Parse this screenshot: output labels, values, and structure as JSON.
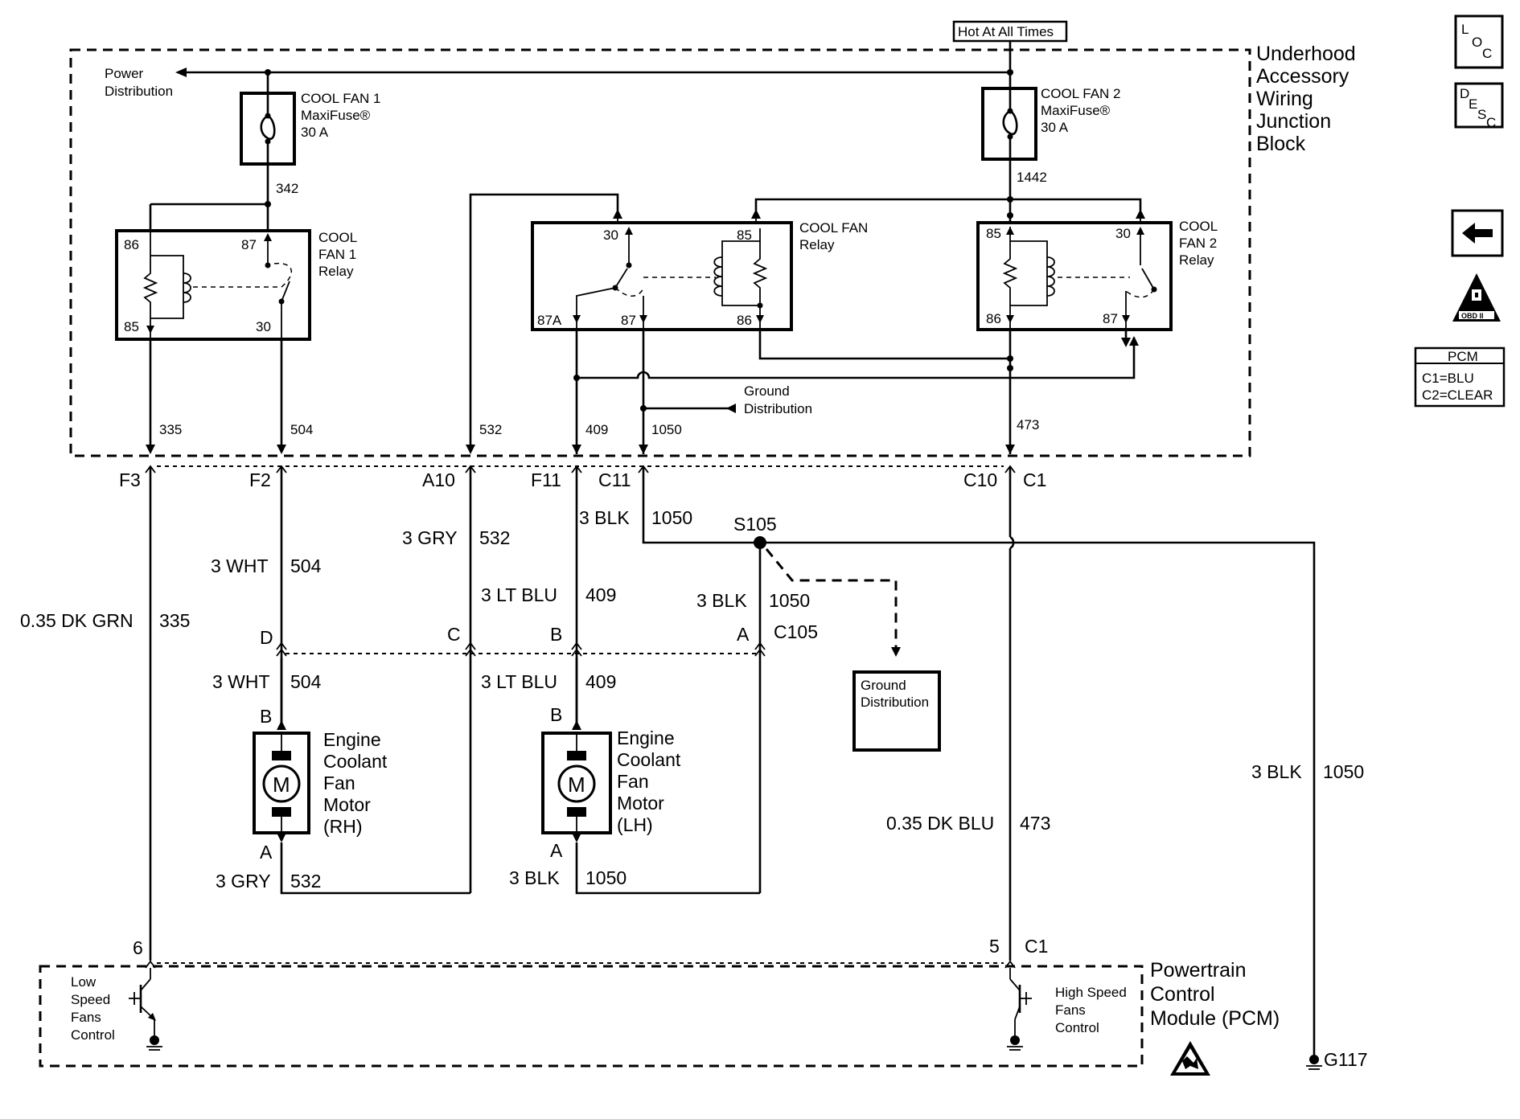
{
  "top": {
    "hot_label": "Hot At All Times",
    "power_dist": [
      "Power",
      "Distribution"
    ]
  },
  "junction_block": {
    "title": [
      "Underhood",
      "Accessory",
      "Wiring",
      "Junction",
      "Block"
    ]
  },
  "fuse1": {
    "lines": [
      "COOL FAN 1",
      "MaxiFuse®",
      "30 A"
    ]
  },
  "fuse2": {
    "lines": [
      "COOL FAN 2",
      "MaxiFuse®",
      "30 A"
    ]
  },
  "relay1": {
    "lines": [
      "COOL",
      "FAN 1",
      "Relay"
    ],
    "pins": [
      "86",
      "87",
      "85",
      "30"
    ]
  },
  "relay_mid": {
    "lines": [
      "COOL FAN",
      "Relay"
    ],
    "pins": [
      "30",
      "85",
      "87A",
      "87",
      "86"
    ]
  },
  "relay2": {
    "lines": [
      "COOL",
      "FAN 2",
      "Relay"
    ],
    "pins": [
      "85",
      "30",
      "86",
      "87"
    ]
  },
  "ground_dist_1": [
    "Ground",
    "Distribution"
  ],
  "ground_dist_2": [
    "Ground",
    "Distribution"
  ],
  "circuits": {
    "c342": "342",
    "c1442": "1442",
    "c335": "335",
    "c504": "504",
    "c532": "532",
    "c409": "409",
    "c1050": "1050",
    "c473": "473"
  },
  "connectors": {
    "f3": "F3",
    "f2": "F2",
    "a10": "A10",
    "f11": "F11",
    "c11": "C11",
    "c10": "C10",
    "c1": "C1",
    "c105": "C105",
    "c1_pcm": "C1"
  },
  "pins": {
    "d": "D",
    "c": "C",
    "b": "B",
    "a": "A",
    "b_rh": "B",
    "a_rh": "A",
    "b_lh": "B",
    "a_lh": "A",
    "p6": "6",
    "p5": "5"
  },
  "wires": {
    "w335": {
      "color": "0.35 DK GRN",
      "num": "335"
    },
    "w504a": {
      "color": "3 WHT",
      "num": "504"
    },
    "w504b": {
      "color": "3 WHT",
      "num": "504"
    },
    "w532a": {
      "color": "3 GRY",
      "num": "532"
    },
    "w532b": {
      "color": "3 GRY",
      "num": "532"
    },
    "w409a": {
      "color": "3 LT BLU",
      "num": "409"
    },
    "w409b": {
      "color": "3 LT BLU",
      "num": "409"
    },
    "w1050a": {
      "color": "3 BLK",
      "num": "1050"
    },
    "w1050b": {
      "color": "3 BLK",
      "num": "1050"
    },
    "w1050c": {
      "color": "3 BLK",
      "num": "1050"
    },
    "w1050d": {
      "color": "3 BLK",
      "num": "1050"
    },
    "w473": {
      "color": "0.35 DK BLU",
      "num": "473"
    }
  },
  "splice": "S105",
  "motor_rh": {
    "symbol": "M",
    "lines": [
      "Engine",
      "Coolant",
      "Fan",
      "Motor",
      "(RH)"
    ]
  },
  "motor_lh": {
    "symbol": "M",
    "lines": [
      "Engine",
      "Coolant",
      "Fan",
      "Motor",
      "(LH)"
    ]
  },
  "pcm": {
    "title": [
      "Powertrain",
      "Control",
      "Module (PCM)"
    ],
    "low_speed": [
      "Low",
      "Speed",
      "Fans",
      "Control"
    ],
    "high_speed": [
      "High Speed",
      "Fans",
      "Control"
    ]
  },
  "ground_g117": "G117",
  "sidebar": {
    "loc": [
      "L",
      "O",
      "C"
    ],
    "desc": [
      "D",
      "E",
      "S",
      "C"
    ],
    "obd": "OBD II",
    "pcm_legend": {
      "title": "PCM",
      "c1": "C1=BLU",
      "c2": "C2=CLEAR"
    }
  }
}
